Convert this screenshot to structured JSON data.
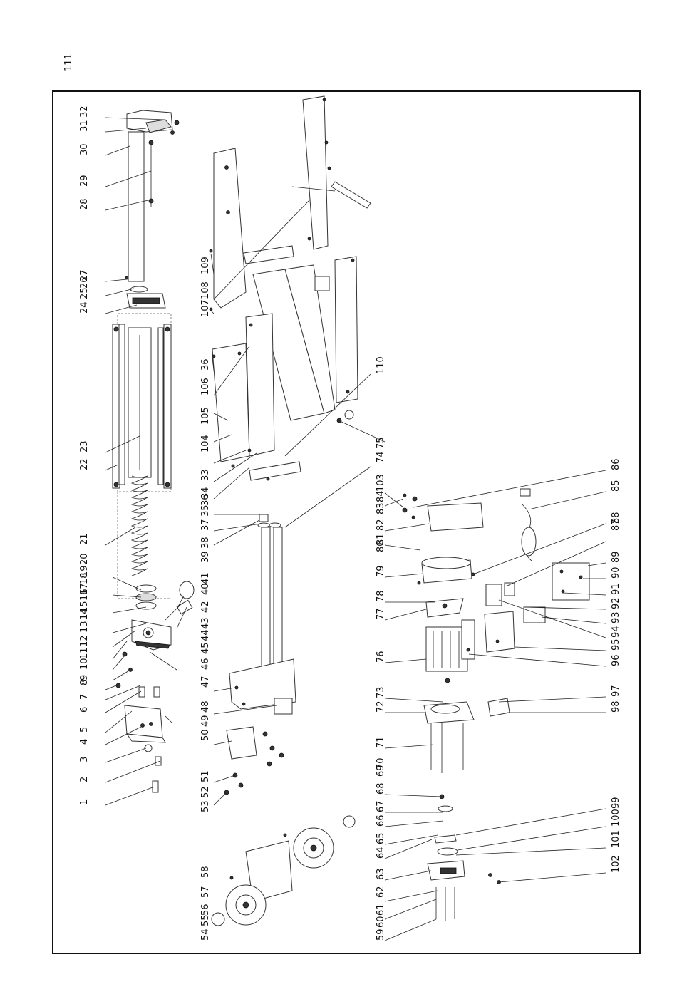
{
  "diagram": {
    "title": "",
    "part_numbers": [
      "1",
      "2",
      "3",
      "4",
      "5",
      "6",
      "7",
      "8",
      "9",
      "10",
      "11",
      "12",
      "13",
      "14",
      "15",
      "16",
      "17",
      "18",
      "19",
      "20",
      "21",
      "22",
      "23",
      "24",
      "25",
      "26",
      "27",
      "28",
      "29",
      "30",
      "31",
      "32",
      "33",
      "34",
      "35",
      "36",
      "36",
      "37",
      "38",
      "39",
      "40",
      "41",
      "42",
      "43",
      "44",
      "45",
      "46",
      "47",
      "48",
      "49",
      "50",
      "51",
      "52",
      "53",
      "54",
      "55",
      "56",
      "57",
      "58",
      "59",
      "60",
      "61",
      "62",
      "63",
      "64",
      "65",
      "66",
      "67",
      "68",
      "69",
      "70",
      "71",
      "72",
      "73",
      "74",
      "75",
      "76",
      "77",
      "78",
      "79",
      "80",
      "81",
      "82",
      "83",
      "84",
      "85",
      "86",
      "87",
      "88",
      "89",
      "90",
      "91",
      "92",
      "93",
      "94",
      "95",
      "96",
      "97",
      "98",
      "99",
      "100",
      "101",
      "102",
      "103",
      "104",
      "105",
      "106",
      "107",
      "108",
      "109",
      "110",
      "111"
    ]
  }
}
